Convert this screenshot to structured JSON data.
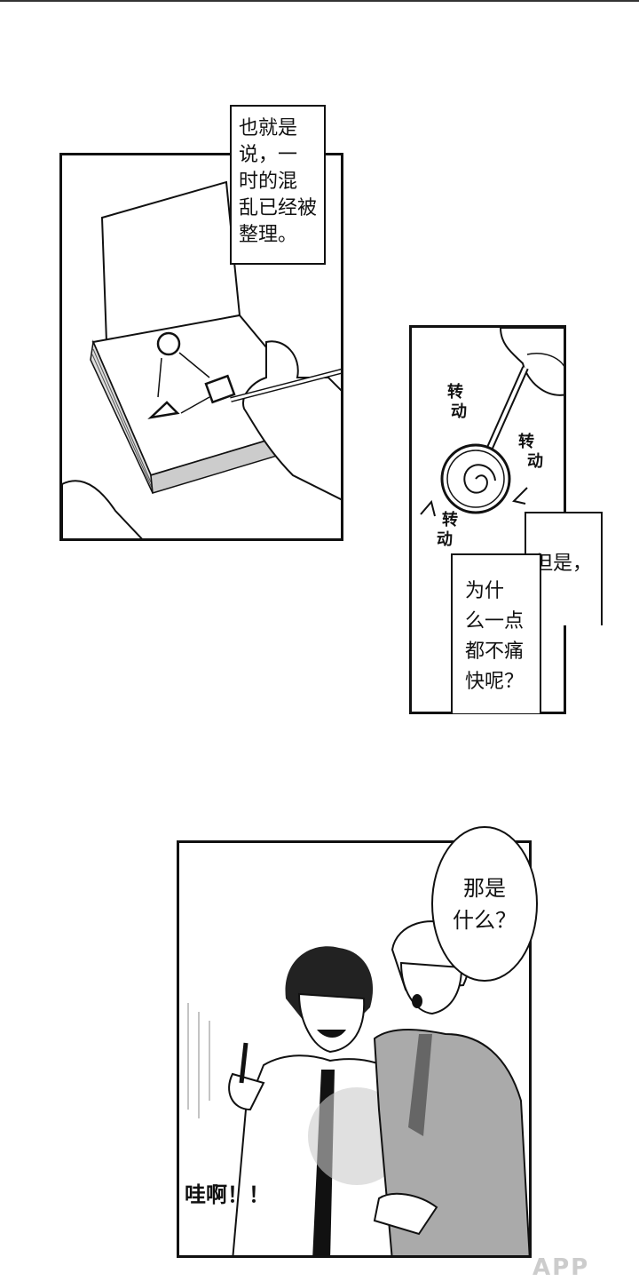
{
  "panel1": {
    "caption_lines": [
      "也就是",
      "说，一",
      "时的混",
      "乱已经被",
      "整理。"
    ]
  },
  "panel2": {
    "sfx_1": [
      "转",
      "动"
    ],
    "sfx_2": [
      "转",
      "动"
    ],
    "sfx_3": [
      "转",
      "动"
    ],
    "caption_a": "但是，",
    "caption_b_lines": [
      "为什",
      "么一点",
      "都不痛",
      "快呢？"
    ]
  },
  "panel3": {
    "bubble_lines": [
      "那是",
      "什么？"
    ],
    "shout": "哇啊！！"
  },
  "watermark": "APP"
}
